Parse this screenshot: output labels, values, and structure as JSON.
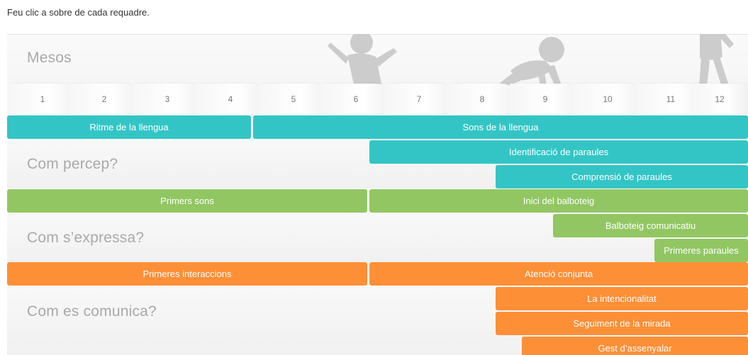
{
  "instruction": "Feu clic a sobre de cada requadre.",
  "sections": {
    "mesos": "Mesos",
    "percep": "Com percep?",
    "expressa": "Com s’expressa?",
    "comunica": "Com es comunica?"
  },
  "months": [
    "1",
    "2",
    "3",
    "4",
    "5",
    "6",
    "7",
    "8",
    "9",
    "10",
    "11",
    "12"
  ],
  "bars": {
    "ritme": "Ritme de la llengua",
    "sons": "Sons de la llengua",
    "identificacio": "Identificació de paraules",
    "comprensio": "Comprensió de paraules",
    "primers_sons": "Primers sons",
    "inici_balboteig": "Inici del balboteig",
    "balboteig_comunicatiu": "Balboteig comunicatiu",
    "primeres_paraules": "Primeres paraules",
    "primeres_interaccions": "Primeres interaccions",
    "atencio_conjunta": "Atenció conjunta",
    "intencionalitat": "La intencionalitat",
    "seguiment_mirada": "Seguiment de la mirada",
    "gest_assenyalar": "Gest d’assenyalar"
  },
  "colors": {
    "percep": "#33c5c5",
    "expressa": "#92c663",
    "comunica": "#fd8f37"
  },
  "icons": [
    "sitting-baby-icon",
    "crawling-baby-icon",
    "walking-baby-icon"
  ]
}
